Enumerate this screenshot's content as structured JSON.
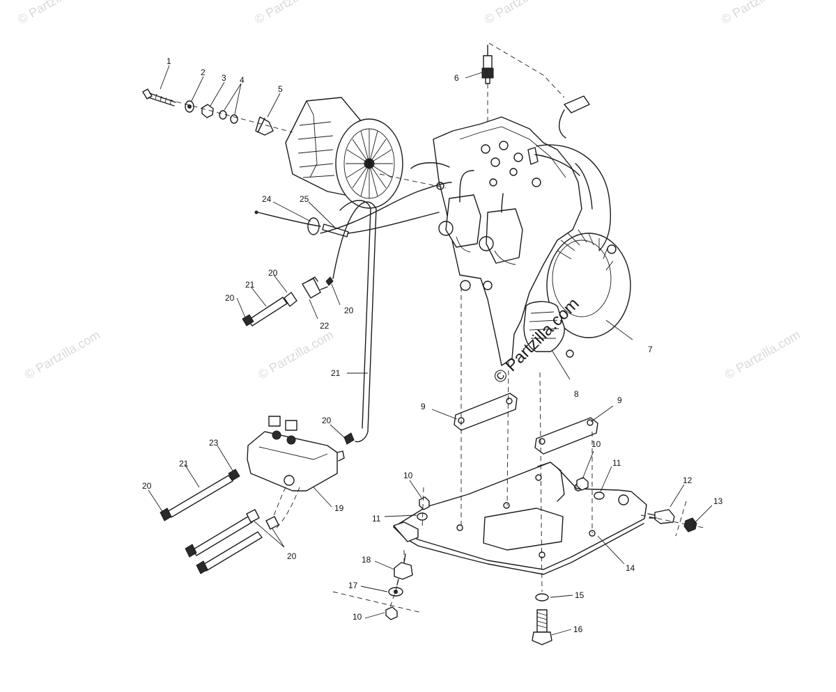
{
  "diagram": {
    "callouts": [
      "1",
      "2",
      "3",
      "4",
      "5",
      "6",
      "7",
      "8",
      "9",
      "10",
      "11",
      "12",
      "13",
      "14",
      "15",
      "16",
      "17",
      "18",
      "19",
      "20",
      "21",
      "22",
      "23",
      "24",
      "25"
    ],
    "watermark": "© Partzilla.com"
  }
}
